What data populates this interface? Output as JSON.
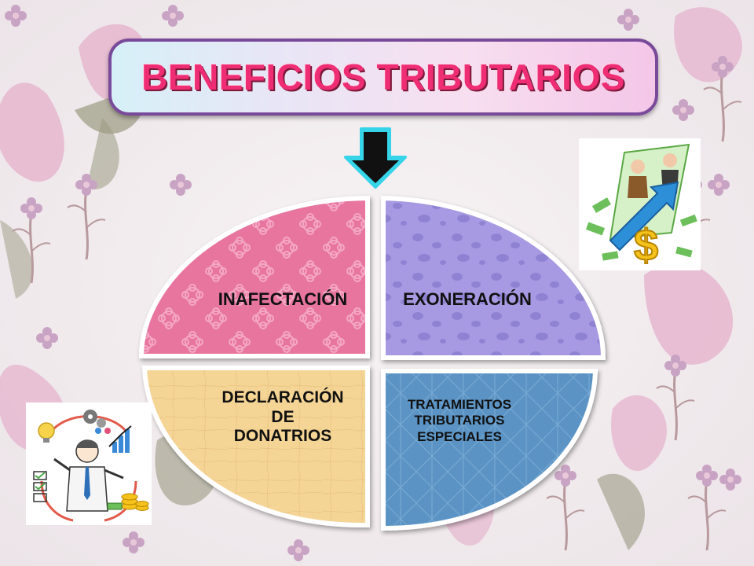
{
  "title": "BENEFICIOS TRIBUTARIOS",
  "quadrants": [
    {
      "label": "INAFECTACIÓN",
      "color": "#e8759e"
    },
    {
      "label": "EXONERACIÓN",
      "color": "#a79ae2"
    },
    {
      "label": "DECLARACIÓN DE DONATRIOS",
      "lines": [
        "DECLARACIÓN",
        "DE",
        "DONATRIOS"
      ],
      "color": "#f5d596"
    },
    {
      "label": "TRATAMIENTOS TRIBUTARIOS ESPECIALES",
      "lines": [
        "TRATAMIENTOS",
        "TRIBUTARIOS",
        "ESPECIALES"
      ],
      "color": "#5a93c4"
    }
  ],
  "colors": {
    "title_text": "#ee2d74",
    "title_border": "#7a4a9a",
    "arrow": "#111111",
    "arrow_outline": "#36d4e8"
  },
  "icons": {
    "arrow": "down-arrow-icon",
    "top_right": "business-growth-money-icon",
    "bottom_left": "businessman-ideas-icon"
  }
}
